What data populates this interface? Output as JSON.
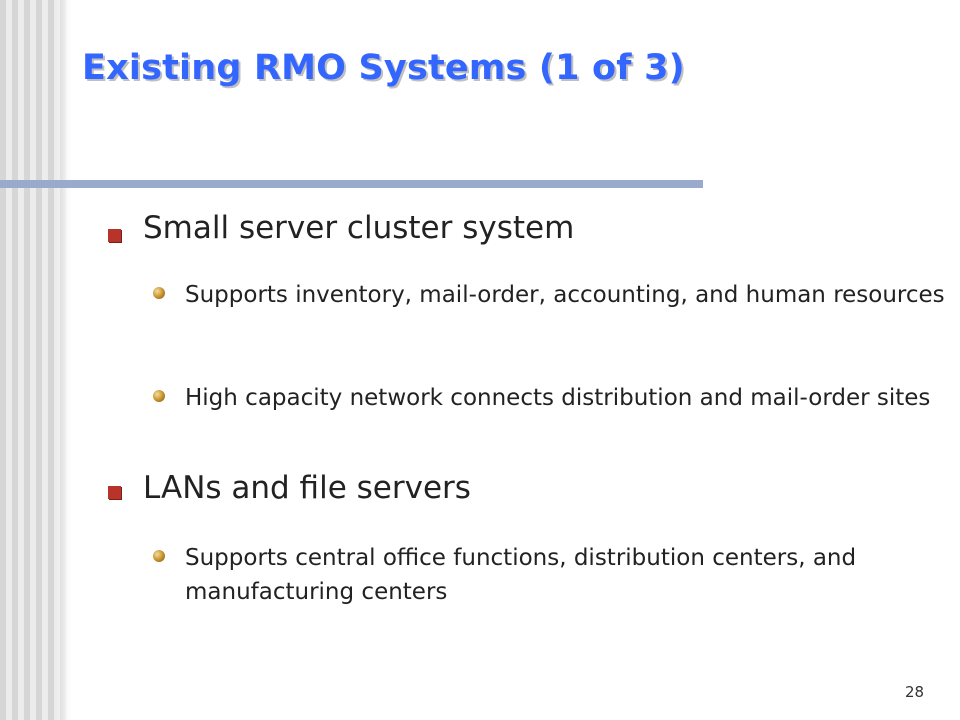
{
  "slide": {
    "title": "Existing RMO Systems (1 of 3)",
    "page_number": "28",
    "accent_color": "#3366ff",
    "bullet_color": "#b8332a",
    "bullets": [
      {
        "text": "Small server cluster system",
        "sub": [
          "Supports inventory, mail-order, accounting, and human resources",
          "High capacity network connects distribution and mail-order sites"
        ]
      },
      {
        "text": "LANs and file servers",
        "sub": [
          "Supports central office functions, distribution centers, and manufacturing centers"
        ]
      }
    ]
  }
}
